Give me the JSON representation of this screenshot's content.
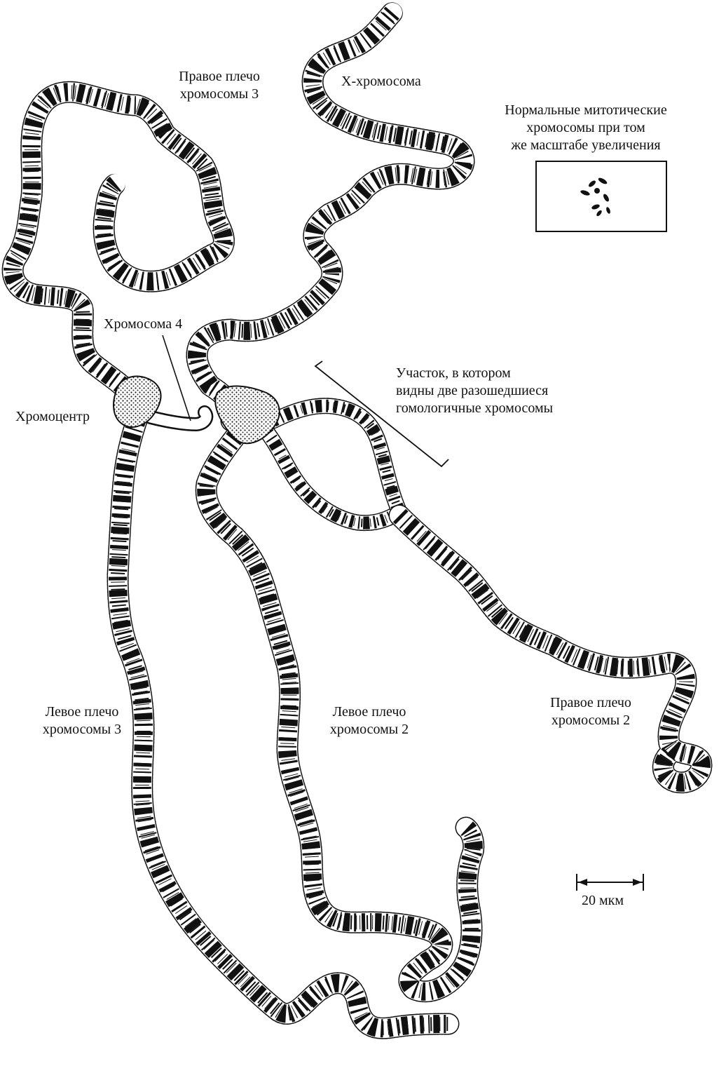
{
  "labels": {
    "right_arm_3": [
      "Правое плечо",
      "хромосомы 3"
    ],
    "x_chromosome": [
      "X-хромосома"
    ],
    "normal_mitotic": [
      "Нормальные митотические",
      "хромосомы при том",
      "же масштабе  увеличения"
    ],
    "chromosome_4": [
      "Хромосома 4"
    ],
    "chromocenter": [
      "Хромоцентр"
    ],
    "homolog_region": [
      "Участок, в котором",
      "видны две разошедшиеся",
      "гомологичные хромосомы"
    ],
    "left_arm_3": [
      "Левое плечо",
      "хромосомы 3"
    ],
    "left_arm_2": [
      "Левое плечо",
      "хромосомы 2"
    ],
    "right_arm_2": [
      "Правое плечо",
      "хромосомы 2"
    ]
  },
  "scale_bar": {
    "label": "20 мкм"
  },
  "colors": {
    "ink": "#111111",
    "background": "#ffffff",
    "chromocenter_fill": "#9a9a9a"
  }
}
